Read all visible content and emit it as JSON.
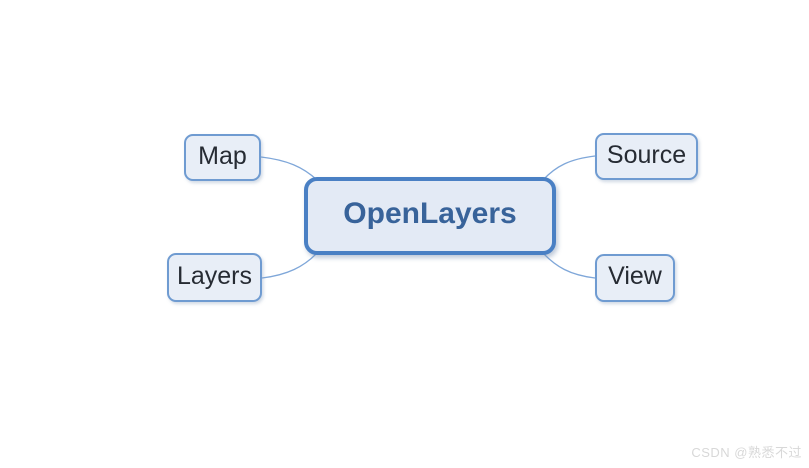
{
  "diagram": {
    "center": {
      "label": "OpenLayers"
    },
    "nodes": [
      {
        "id": "map",
        "label": "Map",
        "position": "top-left"
      },
      {
        "id": "source",
        "label": "Source",
        "position": "top-right"
      },
      {
        "id": "layers",
        "label": "Layers",
        "position": "bottom-left"
      },
      {
        "id": "view",
        "label": "View",
        "position": "bottom-right"
      }
    ],
    "colors": {
      "background": "#ffffff",
      "center_border": "#4a80c4",
      "center_fill": "#e3eaf5",
      "center_text": "#38639a",
      "node_border": "#6f9bd1",
      "node_fill": "#e8eef7",
      "node_text": "#262b33",
      "connector": "#7fa7d9",
      "watermark": "#d8d8d8"
    }
  },
  "watermark": {
    "text": "CSDN @熟悉不过"
  }
}
